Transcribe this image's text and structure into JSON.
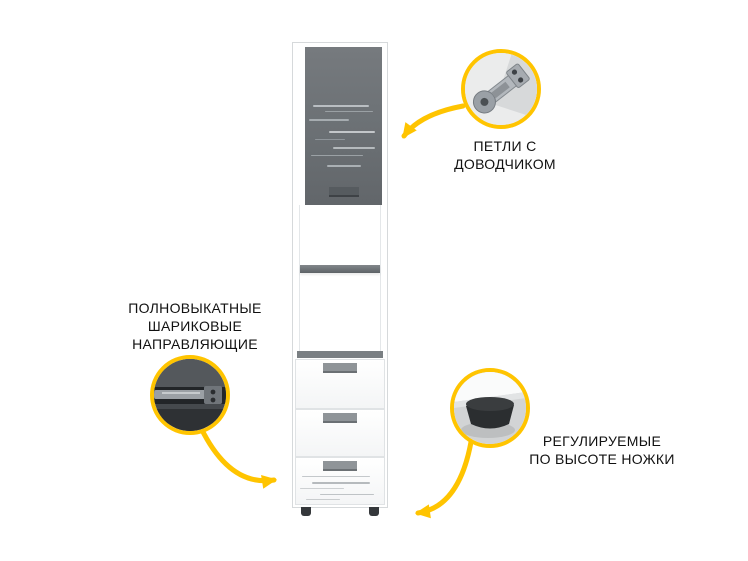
{
  "page": {
    "background_color": "#ffffff",
    "accent_color": "#ffc400"
  },
  "product": {
    "door_color": "#6b7074",
    "handle_color": "#565b5f",
    "drawer_count": 3
  },
  "callouts": {
    "hinges": {
      "lines": [
        "ПЕТЛИ С",
        "ДОВОДЧИКОМ"
      ],
      "photo_icon": "soft-close-hinge-photo"
    },
    "slides": {
      "lines": [
        "ПОЛНОВЫКАТНЫЕ",
        "ШАРИКОВЫЕ",
        "НАПРАВЛЯЮЩИЕ"
      ],
      "photo_icon": "ball-bearing-slide-photo"
    },
    "legs": {
      "lines": [
        "РЕГУЛИРУЕМЫЕ",
        "ПО ВЫСОТЕ НОЖКИ"
      ],
      "photo_icon": "adjustable-foot-photo"
    }
  }
}
